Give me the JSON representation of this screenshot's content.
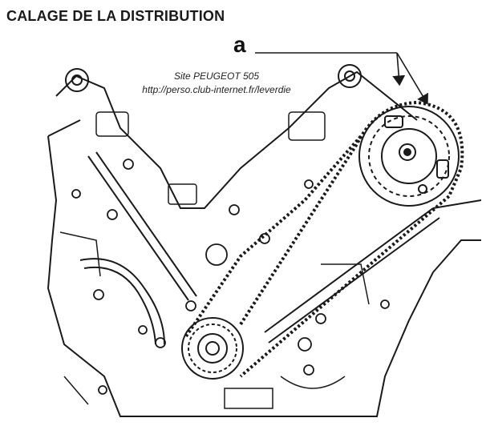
{
  "title": "CALAGE DE LA DISTRIBUTION",
  "callout_label": "a",
  "credit": {
    "line1": "Site PEUGEOT 505",
    "line2": "http://perso.club-internet.fr/leverdie"
  },
  "colors": {
    "ink": "#1a1a1a",
    "paper": "#ffffff"
  }
}
